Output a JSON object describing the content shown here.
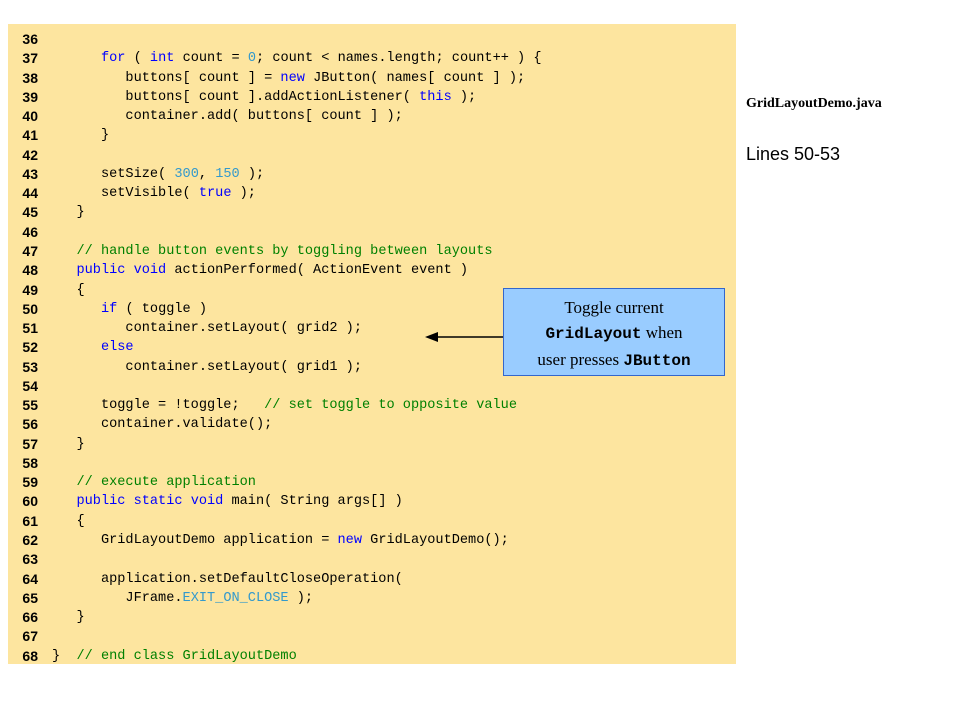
{
  "code": {
    "lines": [
      {
        "num": "36",
        "tokens": []
      },
      {
        "num": "37",
        "tokens": [
          [
            "",
            "      "
          ],
          [
            "kw",
            "for"
          ],
          [
            "",
            " ( "
          ],
          [
            "kw",
            "int"
          ],
          [
            "",
            " count = "
          ],
          [
            "num",
            "0"
          ],
          [
            "",
            "; count < names.length; count++ ) {"
          ]
        ]
      },
      {
        "num": "38",
        "tokens": [
          [
            "",
            "         buttons[ count ] = "
          ],
          [
            "kw",
            "new"
          ],
          [
            "",
            " JButton( names[ count ] );"
          ]
        ]
      },
      {
        "num": "39",
        "tokens": [
          [
            "",
            "         buttons[ count ].addActionListener( "
          ],
          [
            "kw",
            "this"
          ],
          [
            "",
            " );"
          ]
        ]
      },
      {
        "num": "40",
        "tokens": [
          [
            "",
            "         container.add( buttons[ count ] );"
          ]
        ]
      },
      {
        "num": "41",
        "tokens": [
          [
            "",
            "      }"
          ]
        ]
      },
      {
        "num": "42",
        "tokens": []
      },
      {
        "num": "43",
        "tokens": [
          [
            "",
            "      setSize( "
          ],
          [
            "num",
            "300"
          ],
          [
            "",
            ", "
          ],
          [
            "num",
            "150"
          ],
          [
            "",
            " );"
          ]
        ]
      },
      {
        "num": "44",
        "tokens": [
          [
            "",
            "      setVisible( "
          ],
          [
            "kw",
            "true"
          ],
          [
            "",
            " );"
          ]
        ]
      },
      {
        "num": "45",
        "tokens": [
          [
            "",
            "   }"
          ]
        ]
      },
      {
        "num": "46",
        "tokens": []
      },
      {
        "num": "47",
        "tokens": [
          [
            "",
            "   "
          ],
          [
            "cm",
            "// handle button events by toggling between layouts"
          ]
        ]
      },
      {
        "num": "48",
        "tokens": [
          [
            "",
            "   "
          ],
          [
            "kw",
            "public void"
          ],
          [
            "",
            " actionPerformed( ActionEvent event )"
          ]
        ]
      },
      {
        "num": "49",
        "tokens": [
          [
            "",
            "   {"
          ]
        ]
      },
      {
        "num": "50",
        "tokens": [
          [
            "",
            "      "
          ],
          [
            "kw",
            "if"
          ],
          [
            "",
            " ( toggle )"
          ]
        ]
      },
      {
        "num": "51",
        "tokens": [
          [
            "",
            "         container.setLayout( grid2 );"
          ]
        ]
      },
      {
        "num": "52",
        "tokens": [
          [
            "",
            "      "
          ],
          [
            "kw",
            "else"
          ]
        ]
      },
      {
        "num": "53",
        "tokens": [
          [
            "",
            "         container.setLayout( grid1 );"
          ]
        ]
      },
      {
        "num": "54",
        "tokens": []
      },
      {
        "num": "55",
        "tokens": [
          [
            "",
            "      toggle = !toggle;   "
          ],
          [
            "cm",
            "// set toggle to opposite value"
          ]
        ]
      },
      {
        "num": "56",
        "tokens": [
          [
            "",
            "      container.validate();"
          ]
        ]
      },
      {
        "num": "57",
        "tokens": [
          [
            "",
            "   }"
          ]
        ]
      },
      {
        "num": "58",
        "tokens": []
      },
      {
        "num": "59",
        "tokens": [
          [
            "",
            "   "
          ],
          [
            "cm",
            "// execute application"
          ]
        ]
      },
      {
        "num": "60",
        "tokens": [
          [
            "",
            "   "
          ],
          [
            "kw",
            "public static void"
          ],
          [
            "",
            " main( String args[] )"
          ]
        ]
      },
      {
        "num": "61",
        "tokens": [
          [
            "",
            "   {"
          ]
        ]
      },
      {
        "num": "62",
        "tokens": [
          [
            "",
            "      GridLayoutDemo application = "
          ],
          [
            "kw",
            "new"
          ],
          [
            "",
            " GridLayoutDemo();"
          ]
        ]
      },
      {
        "num": "63",
        "tokens": []
      },
      {
        "num": "64",
        "tokens": [
          [
            "",
            "      application.setDefaultCloseOperation("
          ]
        ]
      },
      {
        "num": "65",
        "tokens": [
          [
            "",
            "         JFrame."
          ],
          [
            "const",
            "EXIT_ON_CLOSE"
          ],
          [
            "",
            " );"
          ]
        ]
      },
      {
        "num": "66",
        "tokens": [
          [
            "",
            "   }"
          ]
        ]
      },
      {
        "num": "67",
        "tokens": []
      },
      {
        "num": "68",
        "tokens": [
          [
            "",
            "}  "
          ],
          [
            "cm",
            "// end class GridLayoutDemo"
          ]
        ]
      }
    ]
  },
  "sidebar": {
    "file_name": "GridLayoutDemo.java",
    "lines_ref": "Lines 50-53"
  },
  "callout": {
    "line1": "Toggle current",
    "line2_code": "GridLayout",
    "line2_text": " when",
    "line3_text": "user presses ",
    "line3_code": "JButton"
  },
  "colors": {
    "code_background": "#fde59f",
    "keyword": "#0000ff",
    "number": "#3399cc",
    "comment": "#008000",
    "callout_background": "#99ccff"
  }
}
